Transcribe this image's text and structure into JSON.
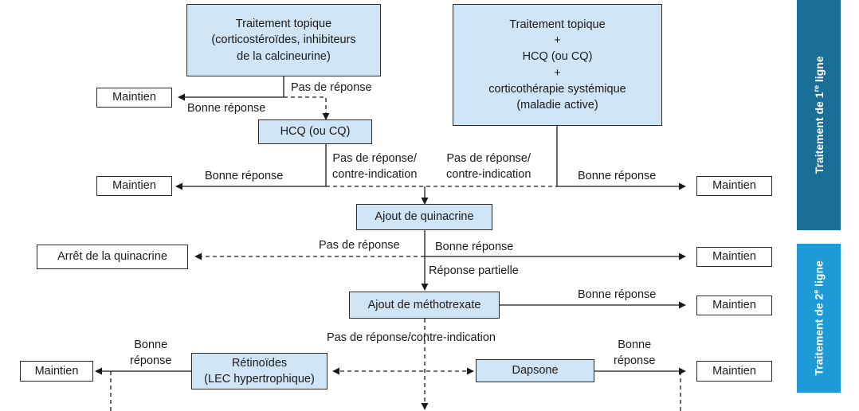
{
  "boxes": {
    "topical": "Traitement topique\n(corticostéroïdes, inhibiteurs\nde la calcineurine)",
    "topical_combo": "Traitement topique\n+\nHCQ (ou CQ)\n+\ncorticothérapie systémique\n(maladie active)",
    "hcq": "HCQ (ou CQ)",
    "quinacrine": "Ajout de quinacrine",
    "methotrexate": "Ajout de méthotrexate",
    "retinoids": "Rétinoïdes\n(LEC hypertrophique)",
    "dapsone": "Dapsone",
    "stop_quinacrine": "Arrêt de la quinacrine",
    "maintien": "Maintien"
  },
  "labels": {
    "no_response": "Pas de réponse",
    "good_response": "Bonne réponse",
    "good_response_split": "Bonne\nréponse",
    "no_response_contra": "Pas de réponse/\ncontre-indication",
    "partial_response": "Réponse partielle",
    "no_response_contra_inline": "Pas de réponse/contre-indication"
  },
  "bands": {
    "first_line_prefix": "Traitement de 1",
    "first_line_sup": "re",
    "first_line_suffix": " ligne",
    "second_line_prefix": "Traitement de 2",
    "second_line_sup": "e",
    "second_line_suffix": " ligne"
  },
  "colors": {
    "box_blue": "#cfe5f5",
    "band_dark": "#1a6f99",
    "band_light": "#1e9ad6"
  }
}
